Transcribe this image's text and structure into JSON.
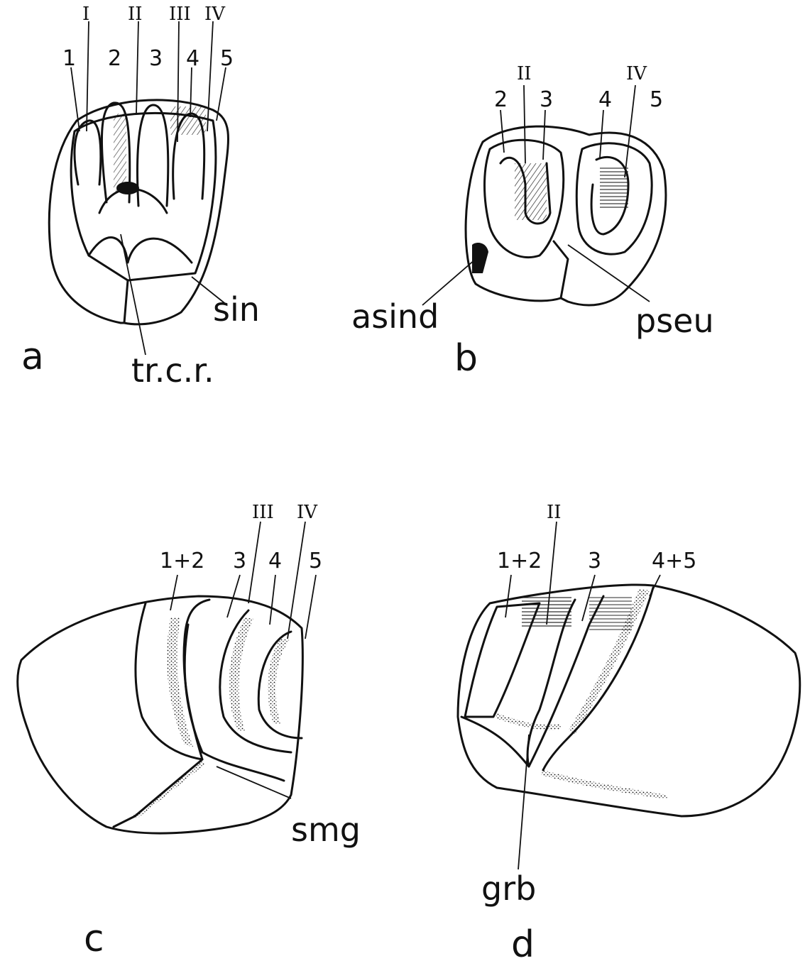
{
  "panels": {
    "a": {
      "letter": "a",
      "roman": [
        "I",
        "II",
        "III",
        "IV"
      ],
      "numbers": [
        "1",
        "2",
        "3",
        "4",
        "5"
      ],
      "labels": {
        "sin": "sin",
        "trcr": "tr.c.r."
      }
    },
    "b": {
      "letter": "b",
      "roman": [
        "II",
        "IV"
      ],
      "numbers": [
        "2",
        "3",
        "4",
        "5"
      ],
      "labels": {
        "asind": "asind",
        "pseu": "pseu"
      }
    },
    "c": {
      "letter": "c",
      "roman": [
        "III",
        "IV"
      ],
      "numbers": [
        "1+2",
        "3",
        "4",
        "5"
      ],
      "labels": {
        "smg": "smg"
      }
    },
    "d": {
      "letter": "d",
      "roman": [
        "II"
      ],
      "numbers": [
        "1+2",
        "3",
        "4+5"
      ],
      "labels": {
        "grb": "grb"
      }
    }
  }
}
